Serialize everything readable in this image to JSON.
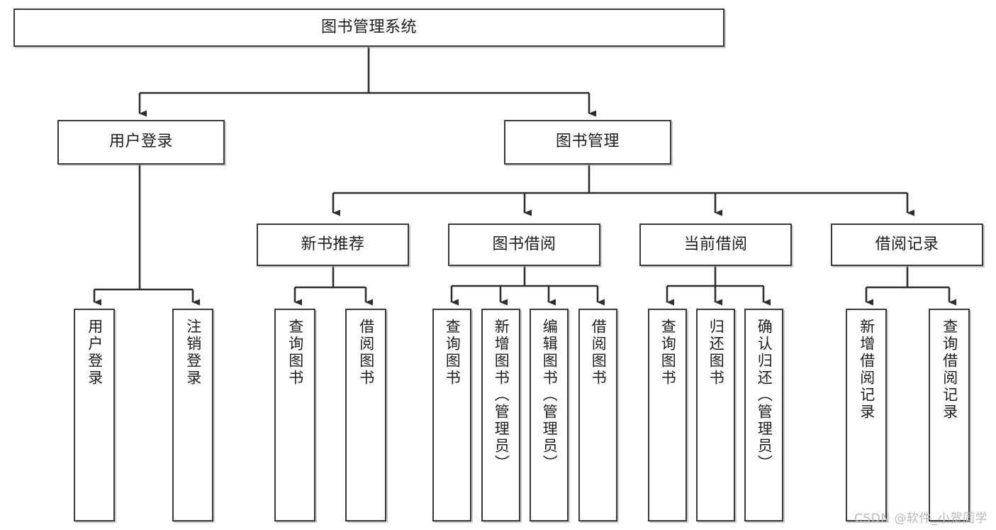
{
  "diagram": {
    "title_node": {
      "label": "图书管理系统"
    },
    "level2": [
      {
        "label": "用户登录"
      },
      {
        "label": "图书管理"
      }
    ],
    "level3": [
      {
        "label": "新书推荐"
      },
      {
        "label": "图书借阅"
      },
      {
        "label": "当前借阅"
      },
      {
        "label": "借阅记录"
      }
    ],
    "leaves": [
      {
        "label": "用户登录"
      },
      {
        "label": "注销登录"
      },
      {
        "label": "查询图书"
      },
      {
        "label": "借阅图书"
      },
      {
        "label": "查询图书"
      },
      {
        "label": "新增图书（管理员）"
      },
      {
        "label": "编辑图书（管理员）"
      },
      {
        "label": "借阅图书"
      },
      {
        "label": "查询图书"
      },
      {
        "label": "归还图书"
      },
      {
        "label": "确认归还（管理员）"
      },
      {
        "label": "新增借阅记录"
      },
      {
        "label": "查询借阅记录"
      }
    ]
  },
  "watermark": {
    "text": "CSDN @软件_小贺同学"
  },
  "colors": {
    "node_border": "#3a3a3a",
    "node_fill": "#ffffff",
    "edge": "#2e2e2e",
    "text": "#1d1d1d",
    "watermark": "#b9b9b9"
  }
}
